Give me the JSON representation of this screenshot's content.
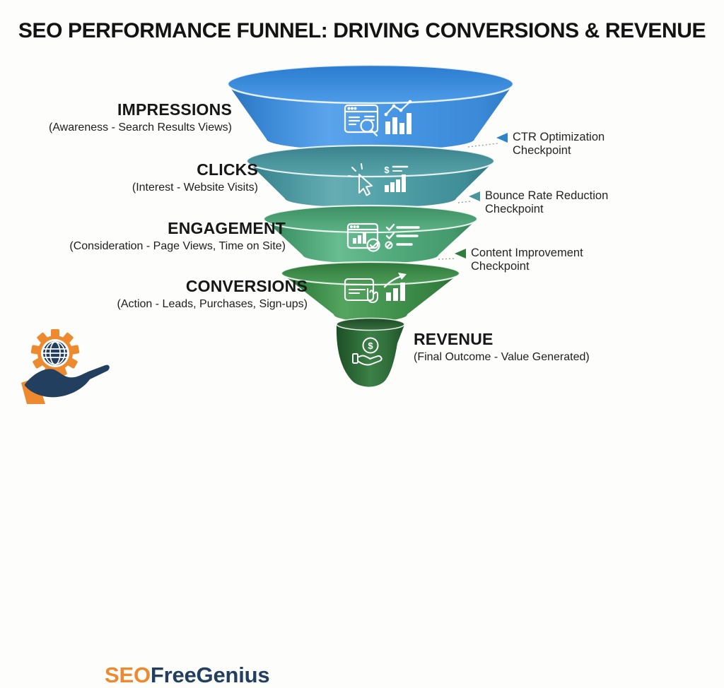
{
  "title": "SEO PERFORMANCE FUNNEL: DRIVING CONVERSIONS & REVENUE",
  "funnel": {
    "stages": [
      {
        "name": "IMPRESSIONS",
        "description": "(Awareness - Search Results Views)",
        "color": "#3E8FDD",
        "icons": [
          "search-results-icon",
          "trend-bars-icon"
        ]
      },
      {
        "name": "CLICKS",
        "description": "(Interest - Website Visits)",
        "color": "#4C9CA4",
        "icons": [
          "cursor-click-icon",
          "dollar-bars-icon"
        ]
      },
      {
        "name": "ENGAGEMENT",
        "description": "(Consideration - Page Views, Time on Site)",
        "color": "#4EA878",
        "icons": [
          "browser-analytics-check-icon",
          "checklist-icon"
        ]
      },
      {
        "name": "CONVERSIONS",
        "description": "(Action - Leads, Purchases, Sign-ups)",
        "color": "#3B8F4C",
        "icons": [
          "browser-tap-icon",
          "growth-arrow-bars-icon"
        ]
      },
      {
        "name": "REVENUE",
        "description": "(Final Outcome - Value Generated)",
        "color": "#2D6B39",
        "icons": [
          "hand-coin-icon"
        ]
      }
    ]
  },
  "checkpoints": [
    {
      "line1": "CTR Optimization",
      "line2": "Checkpoint",
      "arrow_color": "#2E82C8"
    },
    {
      "line1": "Bounce Rate Reduction",
      "line2": "Checkpoint",
      "arrow_color": "#49969E"
    },
    {
      "line1": "Content Improvement",
      "line2": "Checkpoint",
      "arrow_color": "#2F7C3F"
    }
  ],
  "logo": {
    "brand_prefix": "SEO",
    "brand_suffix": "FreeGenius",
    "orange": "#ED8A30",
    "navy": "#223F5F"
  }
}
